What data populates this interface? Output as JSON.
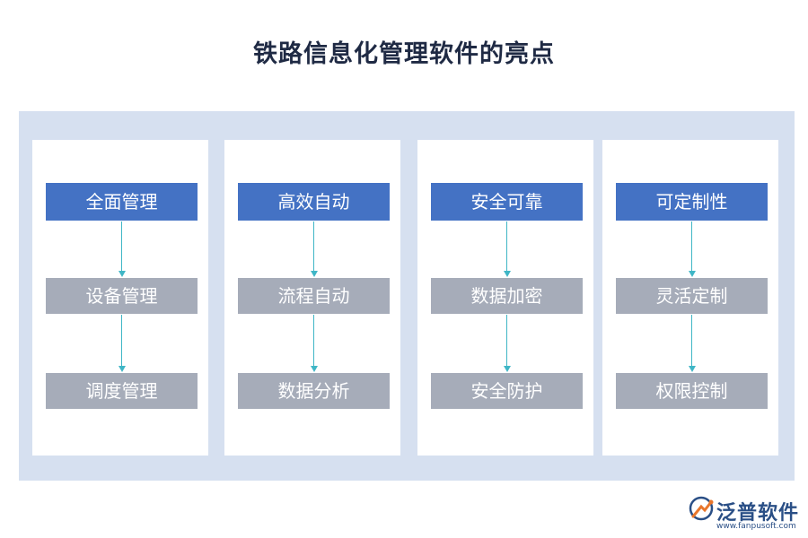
{
  "title": "铁路信息化管理软件的亮点",
  "columns": [
    {
      "head": "全面管理",
      "items": [
        "设备管理",
        "调度管理"
      ]
    },
    {
      "head": "高效自动",
      "items": [
        "流程自动",
        "数据分析"
      ]
    },
    {
      "head": "安全可靠",
      "items": [
        "数据加密",
        "安全防护"
      ]
    },
    {
      "head": "可定制性",
      "items": [
        "灵活定制",
        "权限控制"
      ]
    }
  ],
  "logo": {
    "name": "泛普软件",
    "url": "www.fanpusoft.com"
  },
  "colors": {
    "panel_bg": "#d6e0f0",
    "head_box": "#4472c4",
    "sub_box": "#a6acb9",
    "arrow": "#3fb6c6"
  }
}
